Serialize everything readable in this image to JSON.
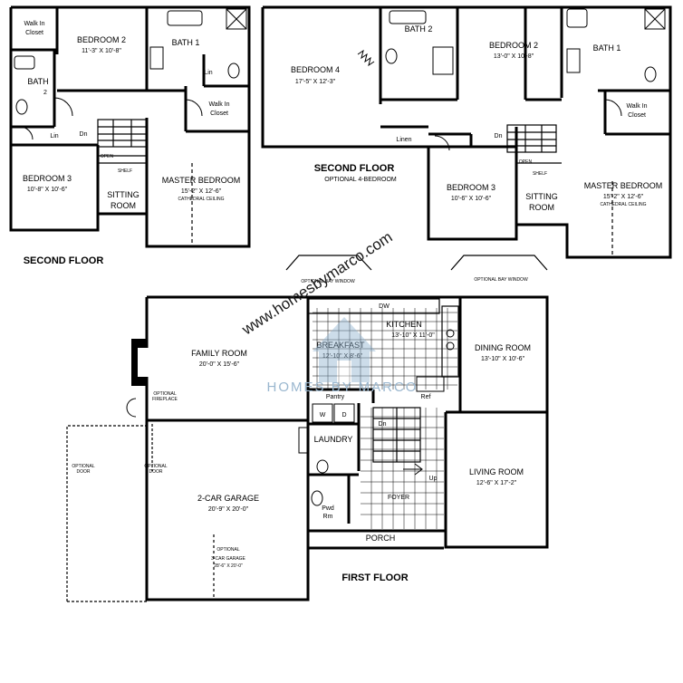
{
  "floor_left": {
    "title": "SECOND FLOOR",
    "rooms": {
      "walk_in_closet_left": "Walk In\nCloset",
      "bedroom2": "BEDROOM 2",
      "bedroom2_dim": "11'-3\" X 10'-8\"",
      "bath1": "BATH 1",
      "bath": "BATH",
      "bath_num": "2",
      "lin_top": "Lin",
      "walk_in_closet_right": "Walk In\nCloset",
      "lin_left": "Lin",
      "dn": "Dn",
      "open": "OPEN",
      "shelf": "SHELF",
      "bedroom3": "BEDROOM 3",
      "bedroom3_dim": "10'-8\" X 10'-6\"",
      "sitting_room": "SITTING\nROOM",
      "master_bedroom": "MASTER BEDROOM",
      "master_dim": "15'-2\" X 12'-6\"",
      "cathedral": "CATHEDRAL CEILING"
    }
  },
  "floor_right": {
    "title": "SECOND FLOOR",
    "subtitle": "OPTIONAL 4-BEDROOM",
    "rooms": {
      "bath2": "BATH 2",
      "bedroom2": "BEDROOM 2",
      "bedroom2_dim": "13'-0\" X 10'-8\"",
      "bath1": "BATH 1",
      "bedroom4": "BEDROOM 4",
      "bedroom4_dim": "17'-5\" X 12'-3\"",
      "walk_in_closet": "Walk In\nCloset",
      "linen": "Linen",
      "dn": "Dn",
      "open": "OPEN",
      "shelf": "SHELF",
      "bedroom3": "BEDROOM 3",
      "bedroom3_dim": "10'-6\" X 10'-6\"",
      "sitting_room": "SITTING\nROOM",
      "master_bedroom": "MASTER BEDROOM",
      "master_dim": "15'-2\" X 12'-6\"",
      "cathedral": "CATHEDRAL CEILING"
    }
  },
  "first_floor": {
    "title": "FIRST FLOOR",
    "bay_window_left": "OPTIONAL BAY WINDOW",
    "bay_window_right": "OPTIONAL BAY WINDOW",
    "rooms": {
      "family_room": "FAMILY ROOM",
      "family_dim": "20'-0\" X 15'-6\"",
      "optional_fireplace": "OPTIONAL\nFIREPLACE",
      "dw": "DW",
      "kitchen": "KITCHEN",
      "kitchen_dim": "13'-10\" X 11'-0\"",
      "breakfast": "BREAKFAST",
      "breakfast_dim": "12'-10\" X 8'-6\"",
      "dining_room": "DINING ROOM",
      "dining_dim": "13'-10\" X 10'-6\"",
      "pantry": "Pantry",
      "ref": "Ref",
      "w": "W",
      "d": "D",
      "laundry": "LAUNDRY",
      "dn": "Dn",
      "up": "Up",
      "living_room": "LIVING ROOM",
      "living_dim": "12'-6\" X 17'-2\"",
      "garage": "2-CAR GARAGE",
      "garage_dim": "20'-9\" X 20'-0\"",
      "optional": "OPTIONAL",
      "opt_garage": "3-CAR GARAGE",
      "opt_garage_dim": "28'-6\" X 20'-0\"",
      "foyer": "FOYER",
      "pwd": "Pwd",
      "rm": "Rm",
      "porch": "PORCH",
      "optional_door_1": "OPTIONAL\nDOOR",
      "optional_door_2": "OPTIONAL\nDOOR"
    }
  },
  "watermark": {
    "url": "www.homesbymarco.com",
    "brand": "HOMES BY MARCO"
  }
}
